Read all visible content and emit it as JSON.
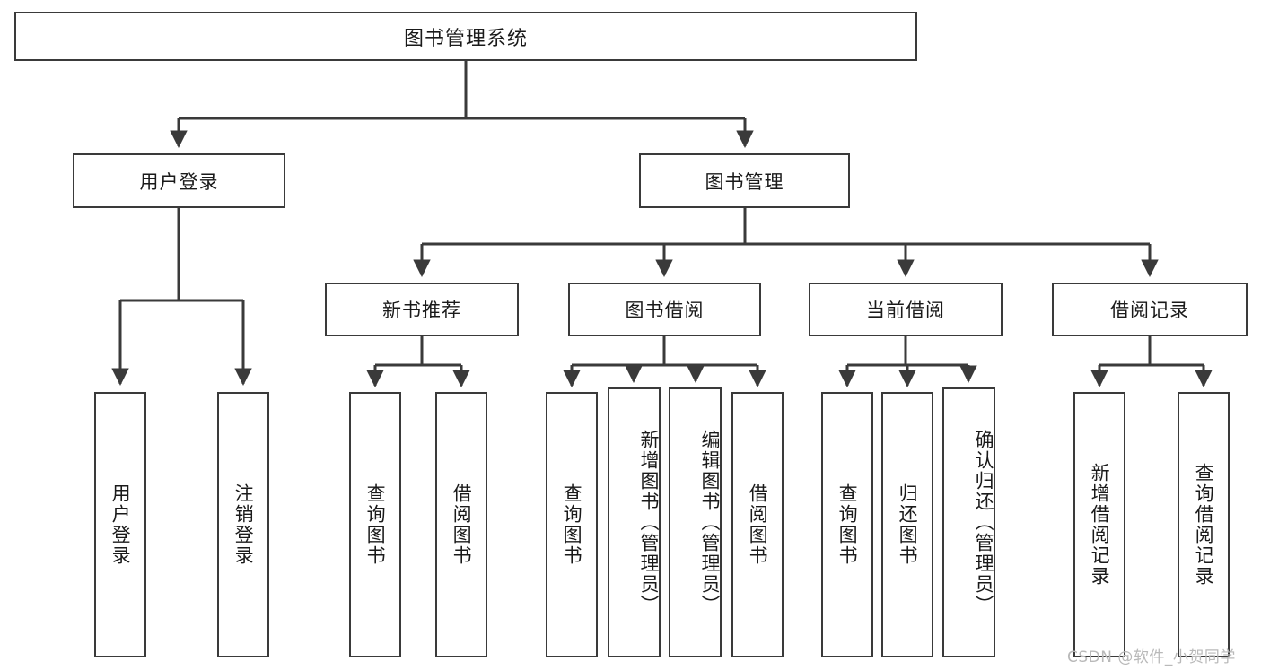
{
  "diagram": {
    "title": "图书管理系统",
    "type": "hierarchy-tree",
    "watermark": "CSDN @软件_小贺同学",
    "colors": {
      "stroke": "#3a3a3a",
      "fill": "#ffffff",
      "text": "#1a1a1a",
      "watermark": "#b9b9b9"
    },
    "root": {
      "id": "root",
      "label": "图书管理系统",
      "orientation": "horizontal"
    },
    "level1": [
      {
        "id": "user-login",
        "label": "用户登录",
        "orientation": "horizontal"
      },
      {
        "id": "book-manage",
        "label": "图书管理",
        "orientation": "horizontal"
      }
    ],
    "level2": [
      {
        "id": "new-book-rec",
        "label": "新书推荐",
        "orientation": "horizontal",
        "parent": "book-manage"
      },
      {
        "id": "book-borrow",
        "label": "图书借阅",
        "orientation": "horizontal",
        "parent": "book-manage"
      },
      {
        "id": "current-borrow",
        "label": "当前借阅",
        "orientation": "horizontal",
        "parent": "book-manage"
      },
      {
        "id": "borrow-record",
        "label": "借阅记录",
        "orientation": "horizontal",
        "parent": "book-manage"
      }
    ],
    "leaves": {
      "user_login": [
        {
          "id": "leaf-user-login",
          "label": "用户登录",
          "orientation": "vertical"
        },
        {
          "id": "leaf-logout",
          "label": "注销登录",
          "orientation": "vertical"
        }
      ],
      "new_book_rec": [
        {
          "id": "leaf-query-book-1",
          "label": "查询图书",
          "orientation": "vertical"
        },
        {
          "id": "leaf-borrow-book-1",
          "label": "借阅图书",
          "orientation": "vertical"
        }
      ],
      "book_borrow": [
        {
          "id": "leaf-query-book-2",
          "label": "查询图书",
          "orientation": "vertical"
        },
        {
          "id": "leaf-add-book",
          "label": "新增图书（管理员）",
          "orientation": "vertical"
        },
        {
          "id": "leaf-edit-book",
          "label": "编辑图书（管理员）",
          "orientation": "vertical"
        },
        {
          "id": "leaf-borrow-book-2",
          "label": "借阅图书",
          "orientation": "vertical"
        }
      ],
      "current_borrow": [
        {
          "id": "leaf-query-book-3",
          "label": "查询图书",
          "orientation": "vertical"
        },
        {
          "id": "leaf-return-book",
          "label": "归还图书",
          "orientation": "vertical"
        },
        {
          "id": "leaf-confirm-return",
          "label": "确认归还（管理员）",
          "orientation": "vertical"
        }
      ],
      "borrow_record": [
        {
          "id": "leaf-add-record",
          "label": "新增借阅记录",
          "orientation": "vertical"
        },
        {
          "id": "leaf-query-record",
          "label": "查询借阅记录",
          "orientation": "vertical"
        }
      ]
    }
  }
}
